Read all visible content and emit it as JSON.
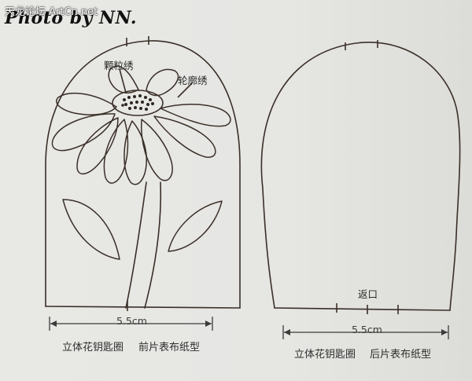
{
  "watermark": {
    "site": "天龙论坛 ArtCn.net",
    "credit": "Photo by NN."
  },
  "front_piece": {
    "label_seed_stitch": "颗粒绣",
    "label_outline_stitch": "轮廓绣",
    "dimension": "5.5cm",
    "caption_left": "立体花钥匙圈",
    "caption_right": "前片表布纸型"
  },
  "back_piece": {
    "label_opening": "返口",
    "dimension": "5.5cm",
    "caption_left": "立体花钥匙圈",
    "caption_right": "后片表布纸型"
  }
}
